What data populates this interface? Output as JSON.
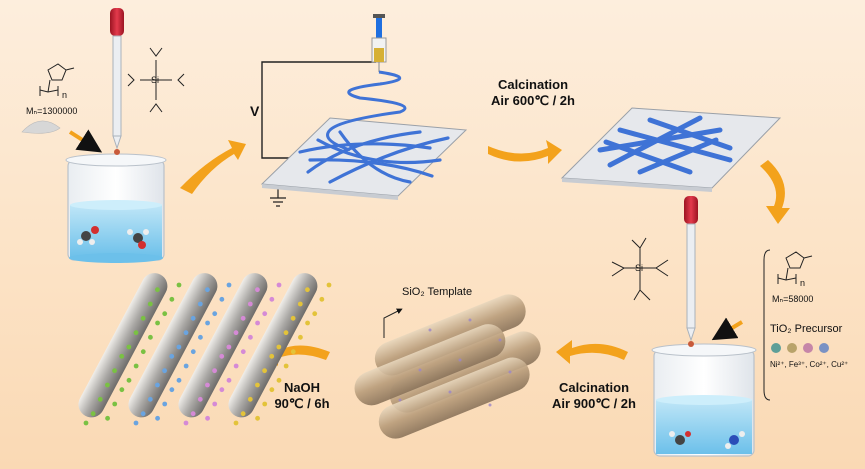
{
  "labels": {
    "mw1": "Mₙ=1300000",
    "mw2": "Mₙ=58000",
    "pvp_n1": "n",
    "pvp_n2": "n",
    "voltage": "V",
    "calc1_line1": "Calcination",
    "calc1_line2": "Air 600℃ / 2h",
    "calc2_line1": "Calcination",
    "calc2_line2": "Air 900℃ / 2h",
    "naoh_line1": "NaOH",
    "naoh_line2": "90℃ / 6h",
    "sio2_template": "SiO₂ Template",
    "tio2_precursor": "TiO₂ Precursor",
    "ions": "Ni²⁺, Fe³⁺, Co²⁺, Cu²⁺",
    "si1": "Si",
    "si2": "Si"
  },
  "colors": {
    "arrow": "#f3a21c",
    "fiber": "#3f73d6",
    "pipette_bulb": "#d8263a",
    "liquid": "#8fd0ee",
    "plate": "#e6e8ec",
    "nanotube_green": "#7ac143",
    "nanotube_blue": "#6aa4e0",
    "nanotube_pink": "#d58ad6",
    "nanotube_yellow": "#e3c33a"
  }
}
